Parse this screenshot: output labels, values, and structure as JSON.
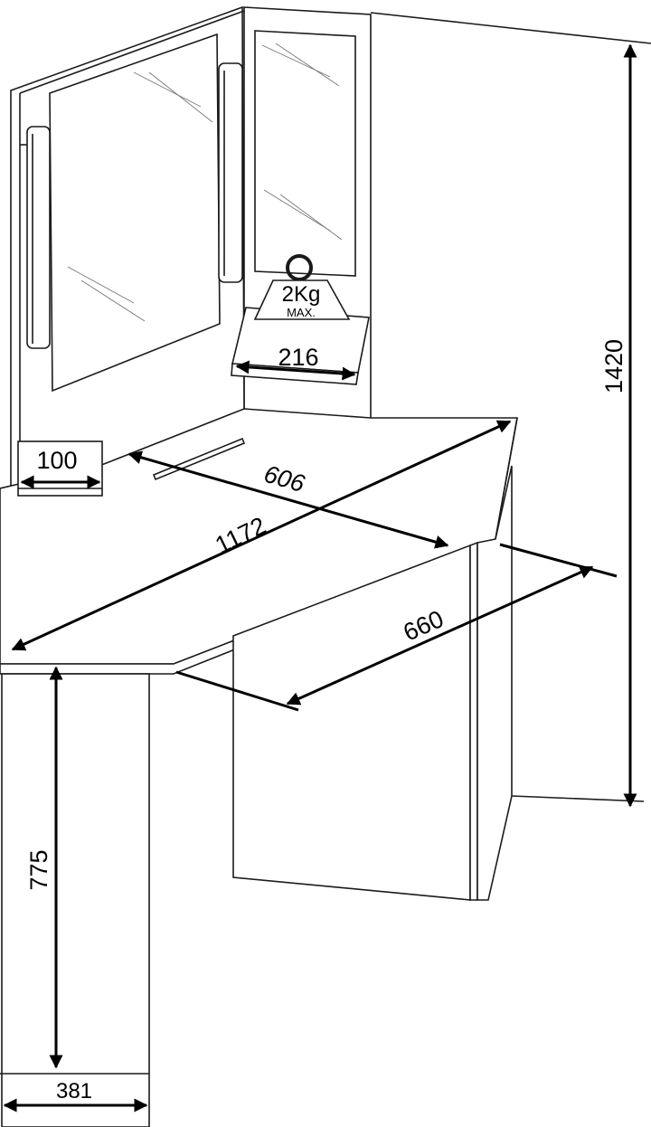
{
  "dimensions": {
    "total_height": "1420",
    "desk_height": "775",
    "leg_width": "381",
    "panel_depth": "100",
    "shelf_width": "216",
    "desk_depth": "606",
    "desk_diagonal": "1172",
    "cabinet_depth": "660"
  },
  "weight_label": {
    "load": "2Kg",
    "max": "MAX."
  }
}
